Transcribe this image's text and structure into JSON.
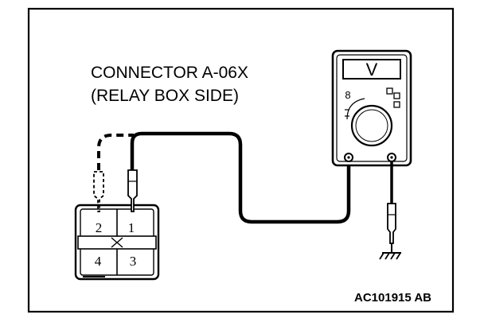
{
  "caption": {
    "line1": "CONNECTOR A-06X",
    "line2": "(RELAY BOX SIDE)"
  },
  "connector": {
    "pins": [
      "1",
      "2",
      "3",
      "4"
    ],
    "probed_pins": [
      "1",
      "2"
    ]
  },
  "multimeter": {
    "display_symbol": "V",
    "mode_label": "8"
  },
  "figure_code": "AC101915 AB",
  "icons": {
    "connector": "connector-icon",
    "multimeter": "voltmeter-icon",
    "ground": "ground-icon",
    "probe": "test-probe-icon"
  },
  "colors": {
    "ink": "#000000",
    "paper": "#ffffff"
  }
}
